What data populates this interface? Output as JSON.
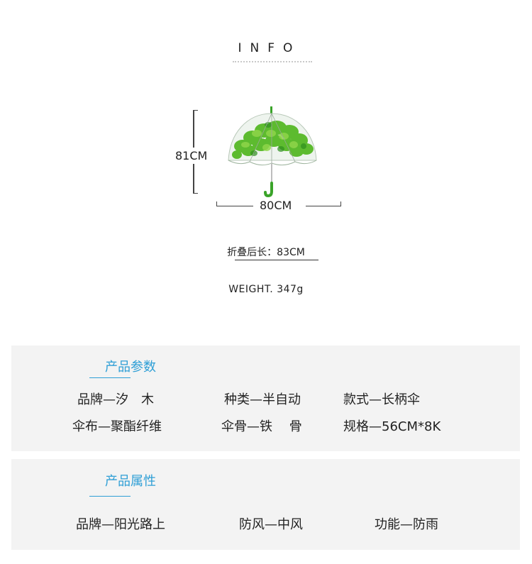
{
  "info": {
    "title": "INFO"
  },
  "dimensions": {
    "height_label": "81CM",
    "width_label": "80CM",
    "folded_length": "折叠后长：83CM",
    "weight": "WEIGHT. 347g"
  },
  "product_params": {
    "title": "产品参数",
    "rows": [
      [
        "品牌—汐　木",
        "种类—半自动",
        "款式—长柄伞"
      ],
      [
        "伞布—聚酯纤维",
        "伞骨—铁　 骨",
        "规格—56CM*8K"
      ]
    ]
  },
  "product_attrs": {
    "title": "产品属性",
    "items": [
      "品牌—阳光路上",
      "防风—中风",
      "功能—防雨"
    ]
  },
  "colors": {
    "accent": "#2f9fd6",
    "panel_bg": "#f3f3f3",
    "leaf_green": "#4caf2a"
  }
}
